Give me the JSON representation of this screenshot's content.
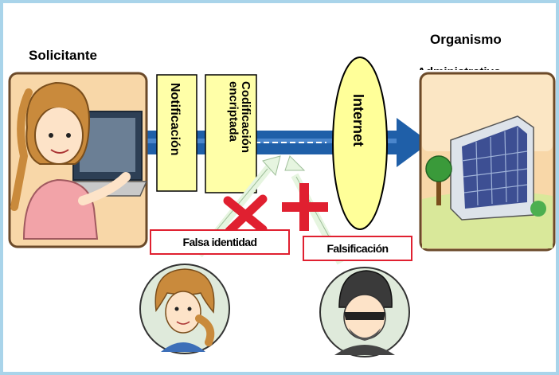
{
  "labels": {
    "applicant": "Solicitante",
    "organism": "Organismo",
    "organism_cut": "Administrativo",
    "notification": "Notificación",
    "encryption": "Codificación encriptada",
    "internet": "Internet",
    "false_identity": "Falsa identidad",
    "falsification": "Falsificación"
  },
  "colors": {
    "frame": "#a9d4ea",
    "panel_fill": "#f8d7a8",
    "panel_border": "#6b4a2a",
    "arrow": "#1f5fa8",
    "note_fill": "#ffffa8",
    "internet_fill": "#ffff99",
    "warning": "#e02030",
    "ghost_arrow": "#e6f5e0",
    "thumb_fill": "#dfeadb"
  },
  "icons": {
    "applicant": "woman-at-laptop",
    "organism": "office-building",
    "impostor": "woman-face",
    "forger": "masked-thief-face",
    "blocked": "red-x-mark",
    "blocked2": "red-cross-mark"
  }
}
